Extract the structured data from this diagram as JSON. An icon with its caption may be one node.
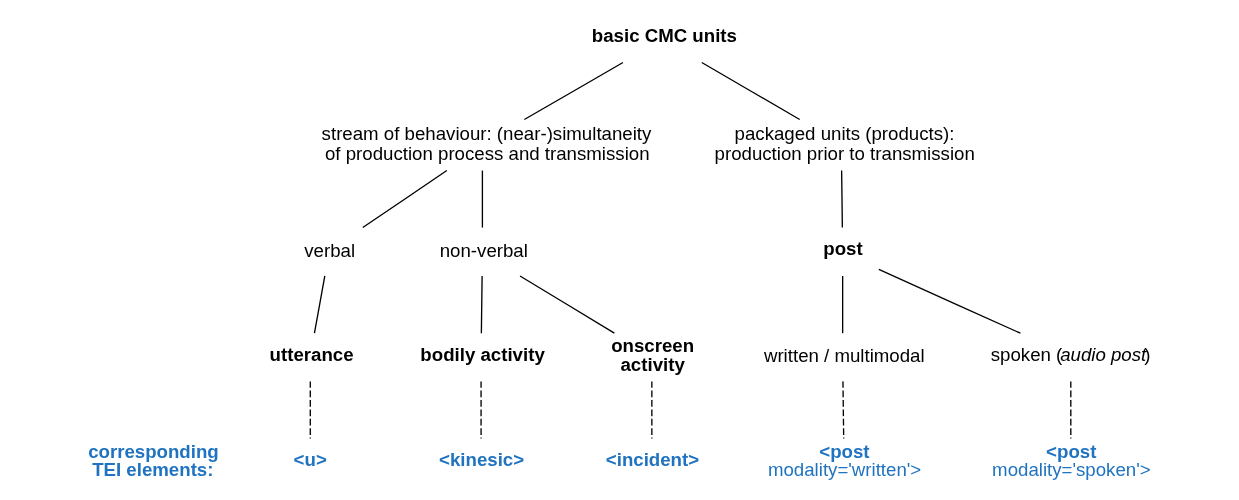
{
  "diagram": {
    "nodes": [
      {
        "text": [
          "basic CMC units"
        ]
      },
      {
        "text": [
          "stream of behaviour: (near-)simultaneity of production process and transmission"
        ]
      },
      {
        "text": [
          "packaged units (products): production prior to transmission"
        ]
      },
      {
        "text": [
          "verbal"
        ]
      },
      {
        "text": [
          "non-verbal"
        ]
      },
      {
        "text": [
          "post"
        ]
      },
      {
        "text": [
          "utterance"
        ]
      },
      {
        "text": [
          "bodily activity"
        ]
      },
      {
        "text": [
          "onscreen activity"
        ]
      },
      {
        "text": [
          "written / multimodal"
        ]
      },
      {
        "text": [
          "spoken (*audio post*)"
        ]
      },
      {
        "text": [
          "<u>"
        ]
      },
      {
        "text": [
          "<kinesic>"
        ]
      },
      {
        "text": [
          "<incident>"
        ]
      },
      {
        "text": [
          "**<post** modality='written'>"
        ]
      },
      {
        "text": [
          "**<post** modality='spoken'>"
        ]
      }
    ],
    "edges": [
      {
        "from": 0,
        "to": 1,
        "arrow": "none"
      },
      {
        "from": 0,
        "to": 2,
        "arrow": "none"
      },
      {
        "from": 1,
        "to": 3,
        "arrow": "none"
      },
      {
        "from": 1,
        "to": 4,
        "arrow": "none"
      },
      {
        "from": 2,
        "to": 5,
        "arrow": "none"
      },
      {
        "from": 3,
        "to": 6,
        "arrow": "none"
      },
      {
        "from": 4,
        "to": 7,
        "arrow": "none"
      },
      {
        "from": 4,
        "to": 8,
        "arrow": "none"
      },
      {
        "from": 5,
        "to": 9,
        "arrow": "none"
      },
      {
        "from": 5,
        "to": 10,
        "arrow": "none"
      },
      {
        "from": 6,
        "to": 11,
        "arrow": "none",
        "style": "dashed"
      },
      {
        "from": 7,
        "to": 12,
        "arrow": "none",
        "style": "dashed"
      },
      {
        "from": 8,
        "to": 13,
        "arrow": "none",
        "style": "dashed"
      },
      {
        "from": 9,
        "to": 14,
        "arrow": "none",
        "style": "dashed"
      },
      {
        "from": 10,
        "to": 15,
        "arrow": "none",
        "style": "dashed"
      }
    ],
    "labels": [
      "corresponding TEI elements:"
    ]
  }
}
